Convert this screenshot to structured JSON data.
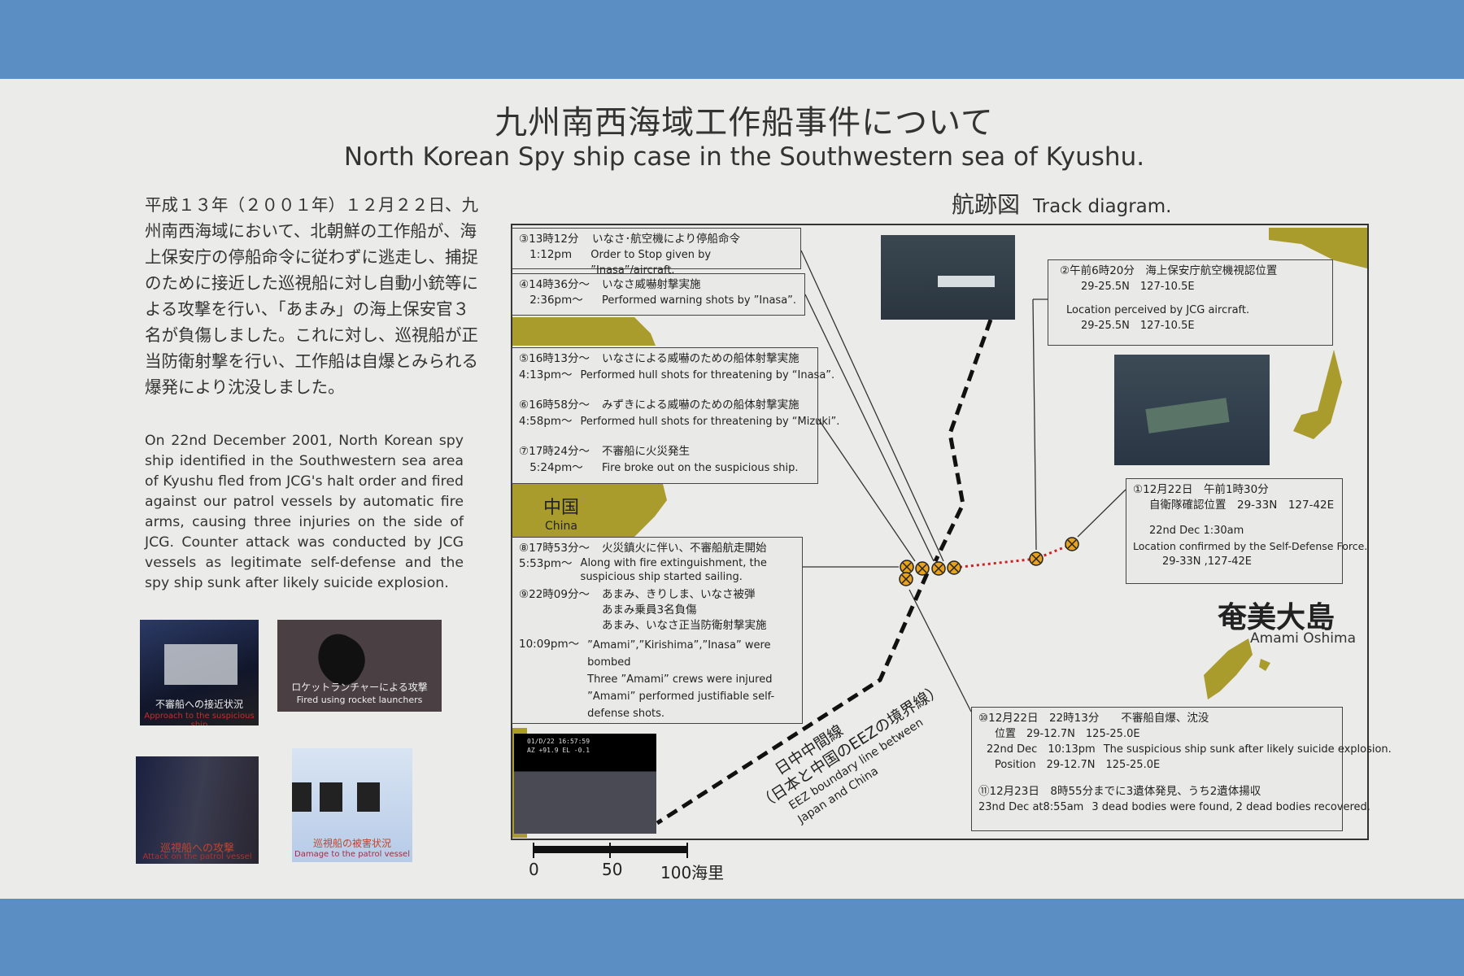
{
  "title": {
    "jp": "九州南西海域工作船事件について",
    "en": "North Korean Spy ship case in the Southwestern sea of Kyushu."
  },
  "intro": {
    "jp": "平成１３年（２００１年）１２月２２日、九州南西海域において、北朝鮮の工作船が、海上保安庁の停船命令に従わずに逃走し、捕捉のために接近した巡視船に対し自動小銃等による攻撃を行い、「あまみ」の海上保安官３名が負傷しました。これに対し、巡視船が正当防衛射撃を行い、工作船は自爆とみられる爆発により沈没しました。",
    "en": "On 22nd December 2001, North Korean spy ship identified in the Southwestern sea area of Kyushu fled from JCG's halt order and fired against our patrol vessels by automatic fire arms, causing three injuries on the side of JCG. Counter attack was conducted by JCG vessels as legitimate self-defense and the spy ship sunk after likely suicide explosion."
  },
  "photos": [
    {
      "jp": "不審船への接近状況",
      "en": "Approach to the suspicious ship"
    },
    {
      "jp": "ロケットランチャーによる攻撃",
      "en": "Fired using rocket launchers"
    },
    {
      "jp": "巡視船への攻撃",
      "en": "Attack on the patrol vessel"
    },
    {
      "jp": "巡視船の被害状況",
      "en": "Damage to the patrol vessel"
    }
  ],
  "track": {
    "jp": "航跡図",
    "en": "Track diagram."
  },
  "events": {
    "e3": {
      "time_jp": "③13時12分",
      "time_en": "1:12pm",
      "jp": "いなさ･航空機により停船命令",
      "en": "Order to Stop given by ”Inasa”/aircraft."
    },
    "e4": {
      "time_jp": "④14時36分～",
      "time_en": "2:36pm～",
      "jp": "いなさ威嚇射撃実施",
      "en": "Performed warning shots by ”Inasa”."
    },
    "e5": {
      "time_jp": "⑤16時13分～",
      "time_en": "4:13pm～",
      "jp": "いなさによる威嚇のための船体射撃実施",
      "en": "Performed hull shots for threatening by “Inasa”."
    },
    "e6": {
      "time_jp": "⑥16時58分～",
      "time_en": "4:58pm～",
      "jp": "みずきによる威嚇のための船体射撃実施",
      "en": "Performed hull shots for threatening by “Mizuki”."
    },
    "e7": {
      "time_jp": "⑦17時24分～",
      "time_en": "5:24pm～",
      "jp": "不審船に火災発生",
      "en": "Fire broke out on the suspicious ship."
    },
    "e8": {
      "time_jp": "⑧17時53分～",
      "time_en": "5:53pm～",
      "jp": "火災鎮火に伴い、不審船航走開始",
      "en": "Along with fire extinguishment, the suspicious ship started sailing."
    },
    "e9": {
      "time_jp": "⑨22時09分～",
      "time_en": "10:09pm～",
      "jp1": "あまみ、きりしま、いなさ被弾",
      "jp2": "あまみ乗員3名負傷",
      "jp3": "あまみ、いなさ正当防衛射撃実施",
      "en1": "”Amami”,”Kirishima”,”Inasa” were bombed",
      "en2": "Three ”Amami” crews were injured",
      "en3": "”Amami” performed justifiable self-defense shots."
    },
    "e2": {
      "jp": "②午前6時20分　海上保安庁航空機視認位置",
      "pos1": "29-25.5N　127-10.5E",
      "en": "Location perceived by JCG aircraft.",
      "pos2": "29-25.5N　127-10.5E"
    },
    "e1": {
      "jp": "①12月22日　午前1時30分",
      "jp2": "自衛隊確認位置　29-33N　127-42E",
      "date_en": "22nd Dec  1:30am",
      "en": "Location confirmed by the Self-Defense Force.",
      "pos": "29-33N ,127-42E"
    },
    "e10": {
      "jp": "⑩12月22日　22時13分　　不審船自爆、沈没",
      "pos_jp": "位置　29-12.7N　125-25.0E",
      "date_en": "22nd Dec　10:13pm",
      "en": "The suspicious ship sunk after likely suicide explosion.",
      "pos_en": "Position　29-12.7N　125-25.0E"
    },
    "e11": {
      "jp": "⑪12月23日　8時55分までに3遺体発見、うち2遺体揚収",
      "date_en": "23nd Dec  at8:55am",
      "en": "3 dead bodies were found, 2 dead bodies recovered."
    }
  },
  "video_overlay": {
    "line1": "01/D/22 16:57:59",
    "line2": "AZ +91.9 EL -0.1"
  },
  "eez": {
    "jp1": "日中中間線",
    "jp2": "（日本と中国のEEZの境界線）",
    "en1": "EEZ boundary line between",
    "en2": "Japan and China"
  },
  "places": {
    "china_jp": "中国",
    "china_en": "China",
    "amami_jp": "奄美大島",
    "amami_en": "Amami Oshima"
  },
  "scale": {
    "l0": "0",
    "l50": "50",
    "l100": "100海里"
  },
  "colors": {
    "land": "#a99b2c",
    "track": "#111111",
    "red_track": "#cc2222",
    "marker": "#e8a21c",
    "background": "#5b8fc4"
  }
}
